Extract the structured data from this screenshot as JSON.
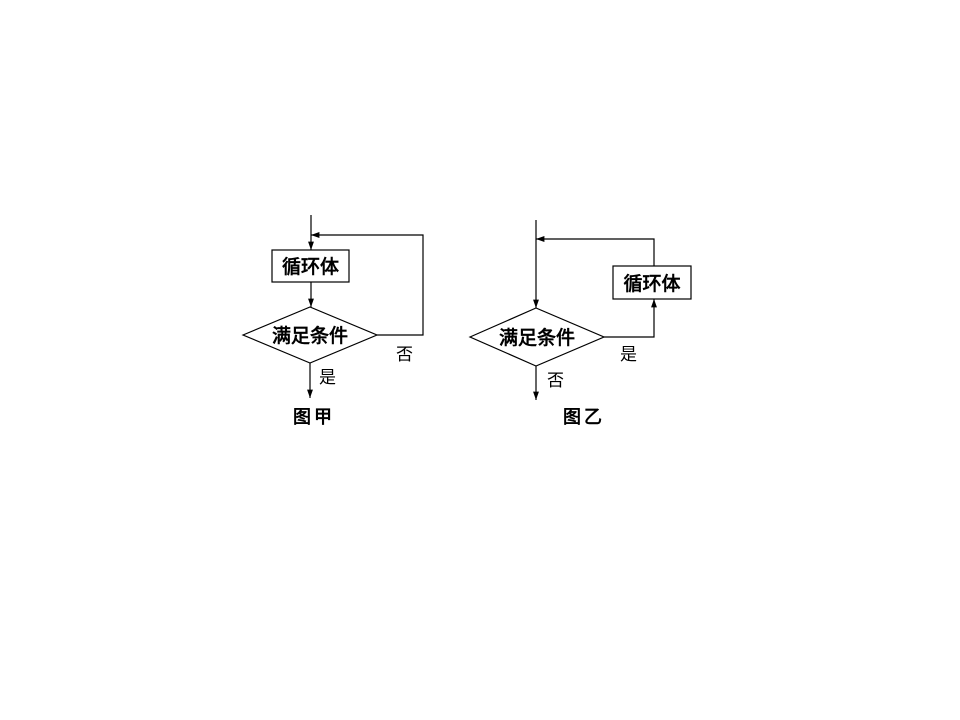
{
  "colors": {
    "stroke": "#000000",
    "background": "#ffffff"
  },
  "figure_a": {
    "process_label": "循环体",
    "decision_label": "满足条件",
    "yes_label": "是",
    "no_label": "否",
    "caption": "图甲"
  },
  "figure_b": {
    "process_label": "循环体",
    "decision_label": "满足条件",
    "yes_label": "是",
    "no_label": "否",
    "caption": "图乙"
  }
}
